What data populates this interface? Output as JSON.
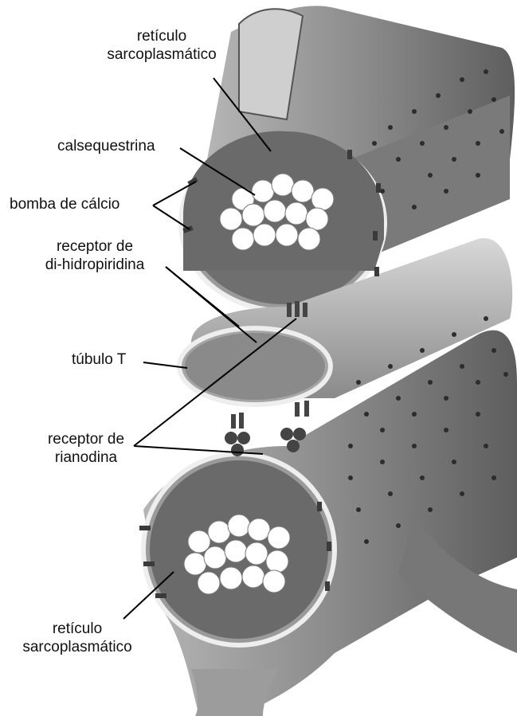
{
  "labels": {
    "sr_top_line1": "retículo",
    "sr_top_line2": "sarcoplasmático",
    "calsequestrina": "calsequestrina",
    "bomba": "bomba de cálcio",
    "dhp_line1": "receptor de",
    "dhp_line2": "di-hidropiridina",
    "tubulo": "túbulo T",
    "rya_line1": "receptor de",
    "rya_line2": "rianodina",
    "sr_bottom_line1": "retículo",
    "sr_bottom_line2": "sarcoplasmático"
  },
  "colors": {
    "tube_fill": "#8f8f8f",
    "tube_light": "#c9c9c9",
    "lumen": "#6e6e6e",
    "pores": "#2c2c2c",
    "protein_white": "#ffffff",
    "pump": "#3a3a3a"
  }
}
